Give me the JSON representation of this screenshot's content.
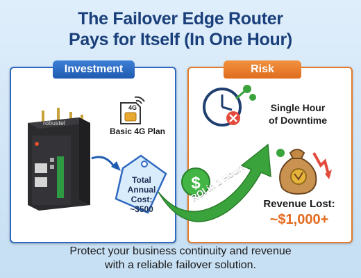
{
  "title": {
    "line1": "The Failover Edge Router",
    "line2": "Pays for Itself (In One Hour)"
  },
  "investment": {
    "tab_label": "Investment",
    "brand": "robustel",
    "plan_label": "Basic 4G Plan",
    "sim_label": "4G",
    "tag_line1": "Total",
    "tag_line2": "Annual",
    "tag_line3": "Cost:",
    "tag_line4": "~$500"
  },
  "risk": {
    "tab_label": "Risk",
    "downtime_line1": "Single Hour",
    "downtime_line2": "of Downtime",
    "revenue_label": "Revenue Lost:",
    "revenue_value": "~$1,000+"
  },
  "arrow": {
    "roi_label": "ROI in 1 Hour!",
    "coin_symbol": "$"
  },
  "footer": {
    "line1": "Protect your business continuity and revenue",
    "line2": "with a reliable failover solution."
  },
  "colors": {
    "navy": "#1a3f7a",
    "blue": "#2e68c0",
    "orange": "#e37a2b",
    "green": "#3aa33b",
    "red": "#e24b3c"
  }
}
